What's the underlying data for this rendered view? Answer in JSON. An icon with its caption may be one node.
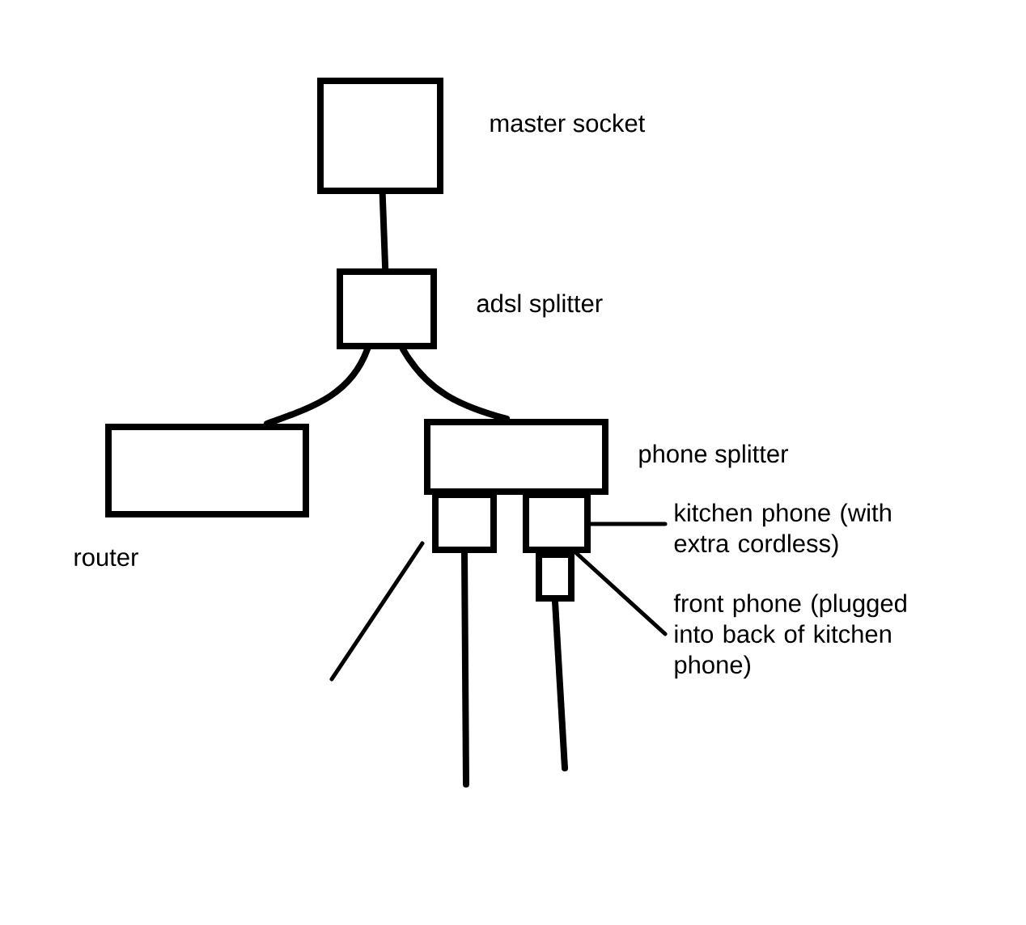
{
  "diagram": {
    "nodes": [
      {
        "text": [
          "master socket"
        ]
      },
      {
        "text": [
          "adsl splitter"
        ]
      },
      {
        "text": [
          "router"
        ]
      },
      {
        "text": [
          "phone splitter"
        ]
      },
      {
        "text": [],
        "shape": "box"
      },
      {
        "text": [],
        "shape": "box"
      },
      {
        "text": [
          "kitchen phone (with extra cordless)"
        ]
      },
      {
        "text": [],
        "shape": "box"
      },
      {
        "text": [
          "front phone (plugged into back of kitchen phone)"
        ]
      }
    ],
    "edges": [
      {
        "from": 0,
        "to": 1,
        "arrow": "none"
      },
      {
        "from": 1,
        "to": 2,
        "arrow": "none"
      },
      {
        "from": 1,
        "to": 3,
        "arrow": "none"
      },
      {
        "from": 6,
        "to": 5,
        "arrow": "none"
      },
      {
        "from": 8,
        "to": 7,
        "arrow": "none"
      },
      {
        "from": null,
        "to": 4,
        "arrow": "none"
      },
      {
        "from": 4,
        "to": null,
        "arrow": "none"
      },
      {
        "from": 7,
        "to": null,
        "arrow": "none"
      }
    ]
  }
}
